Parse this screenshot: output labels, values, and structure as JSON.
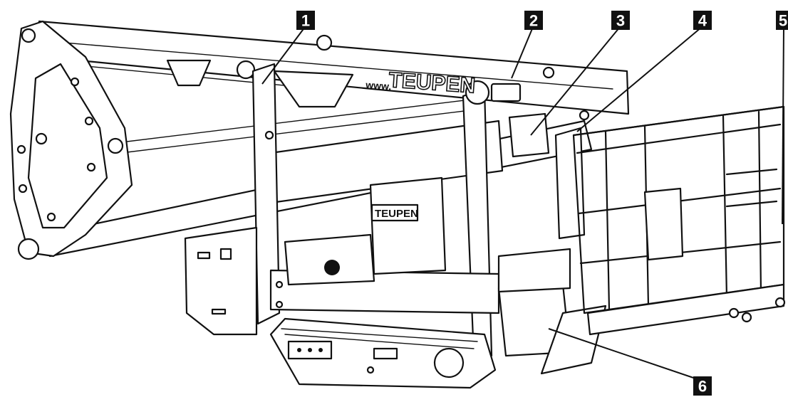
{
  "brand": {
    "boom_url_prefix": "www.",
    "boom_logo": "TEUPEN",
    "engine_cover_logo": "TEUPEN"
  },
  "callouts": [
    {
      "id": "1",
      "label": "1"
    },
    {
      "id": "2",
      "label": "2"
    },
    {
      "id": "3",
      "label": "3"
    },
    {
      "id": "4",
      "label": "4"
    },
    {
      "id": "5",
      "label": "5"
    },
    {
      "id": "6",
      "label": "6"
    }
  ],
  "colors": {
    "line": "#111111",
    "background": "#ffffff",
    "callout_fill": "#111111",
    "callout_text": "#ffffff"
  }
}
